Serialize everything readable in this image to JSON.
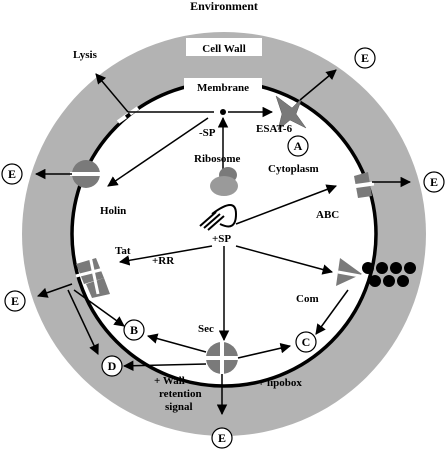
{
  "title": "Environment",
  "labels": {
    "cell_wall": "Cell Wall",
    "membrane": "Membrane",
    "lysis": "Lysis",
    "esat6": "ESAT-6",
    "minus_sp": "-SP",
    "ribosome": "Ribosome",
    "cytoplasm": "Cytoplasm",
    "holin": "Holin",
    "abc": "ABC",
    "tat": "Tat",
    "plus_rr": "+RR",
    "plus_sp": "+SP",
    "com": "Com",
    "sec": "Sec",
    "wall_retention_1": "+ Wall",
    "wall_retention_2": "retention",
    "wall_retention_3": "signal",
    "lipobox": "+ lipobox"
  },
  "circled": {
    "E": "E",
    "A": "A",
    "B": "B",
    "C": "C",
    "D": "D"
  },
  "colors": {
    "wall_gray": "#b3b3b3",
    "transporter_gray": "#7a7a7a",
    "line": "#000000"
  }
}
